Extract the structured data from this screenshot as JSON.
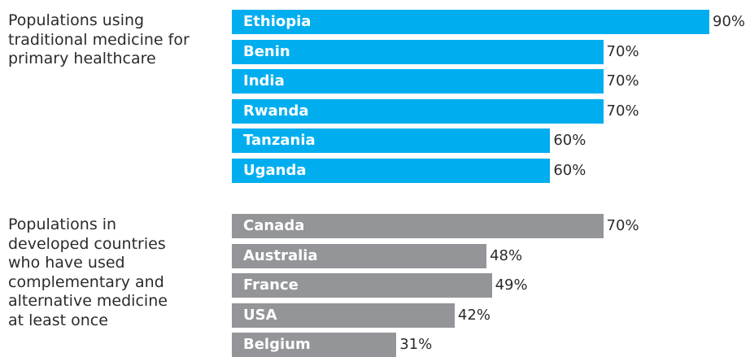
{
  "chart_data": {
    "type": "bar",
    "orientation": "horizontal",
    "groups": [
      {
        "label": "Populations using traditional medicine for primary healthcare",
        "color": "#00aeef",
        "categories": [
          "Ethiopia",
          "Benin",
          "India",
          "Rwanda",
          "Tanzania",
          "Uganda"
        ],
        "values": [
          90,
          70,
          70,
          70,
          60,
          60
        ],
        "value_labels": [
          "90%",
          "70%",
          "70%",
          "70%",
          "60%",
          "60%"
        ]
      },
      {
        "label": "Populations in developed countries who have used complementary and alternative medicine at least once",
        "color": "#939598",
        "categories": [
          "Canada",
          "Australia",
          "France",
          "USA",
          "Belgium"
        ],
        "values": [
          70,
          48,
          49,
          42,
          31
        ],
        "value_labels": [
          "70%",
          "48%",
          "49%",
          "42%",
          "31%"
        ]
      }
    ],
    "xlim": [
      0,
      90
    ],
    "grid": false,
    "legend": "none"
  }
}
